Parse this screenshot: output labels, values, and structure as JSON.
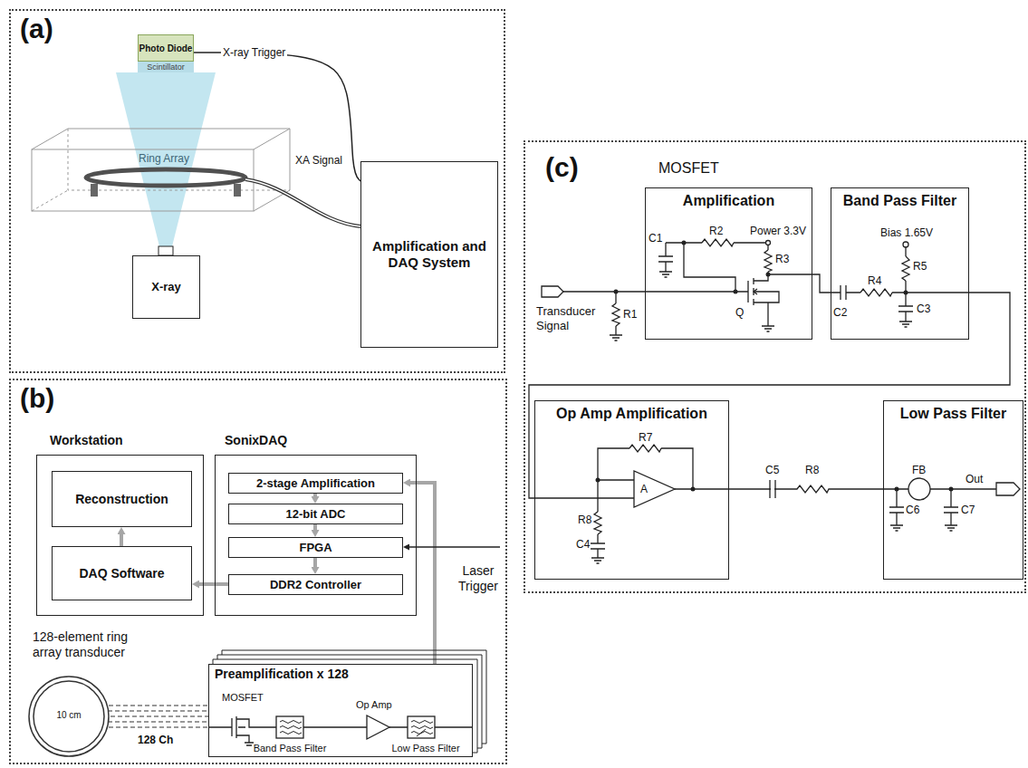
{
  "diagram": {
    "nodes": [
      {
        "text": [
          "(a)"
        ]
      },
      {
        "text": [
          "Photo Diode"
        ],
        "in": 0
      },
      {
        "text": [
          "Scintillator"
        ],
        "in": 0
      },
      {
        "text": [
          "X-ray"
        ],
        "in": 0
      },
      {
        "text": [
          "Amplification and DAQ System"
        ],
        "in": 0
      },
      {
        "text": [
          "(b)"
        ]
      },
      {
        "text": [
          "Workstation"
        ],
        "in": 5
      },
      {
        "text": [
          "Reconstruction"
        ],
        "in": 6
      },
      {
        "text": [
          "DAQ Software"
        ],
        "in": 6
      },
      {
        "text": [
          "SonixDAQ"
        ],
        "in": 5
      },
      {
        "text": [
          "2-stage Amplification"
        ],
        "in": 9
      },
      {
        "text": [
          "12-bit ADC"
        ],
        "in": 9
      },
      {
        "text": [
          "FPGA"
        ],
        "in": 9
      },
      {
        "text": [
          "DDR2 Controller"
        ],
        "in": 9
      },
      {
        "text": [
          "128-element ring array transducer",
          "10 cm"
        ],
        "in": 5
      },
      {
        "text": [
          "Preamplification x 128"
        ],
        "in": 5
      },
      {
        "text": [
          "(c)"
        ]
      },
      {
        "text": [
          "MOSFET",
          "Amplification"
        ],
        "in": 16
      },
      {
        "text": [
          "Band Pass Filter"
        ],
        "in": 16
      },
      {
        "text": [
          "Op Amp Amplification"
        ],
        "in": 16
      },
      {
        "text": [
          "Low Pass Filter"
        ],
        "in": 16
      }
    ],
    "edges": [
      {
        "from": 1,
        "to": 4,
        "arrow": "none",
        "label": "X-ray Trigger"
      },
      {
        "from": 8,
        "to": 7,
        "arrow": "to"
      },
      {
        "from": 13,
        "to": 8,
        "arrow": "to"
      },
      {
        "from": 10,
        "to": 11,
        "arrow": "to"
      },
      {
        "from": 11,
        "to": 12,
        "arrow": "to"
      },
      {
        "from": 12,
        "to": 13,
        "arrow": "to"
      },
      {
        "from": 15,
        "to": 10,
        "arrow": "to"
      },
      {
        "from": 14,
        "to": 15,
        "arrow": "none",
        "label": "128 Ch"
      },
      {
        "from": 17,
        "to": 18,
        "arrow": "none"
      },
      {
        "from": 18,
        "to": 19,
        "arrow": "none"
      },
      {
        "from": 19,
        "to": 20,
        "arrow": "none"
      }
    ],
    "labels": [
      "Ring Array",
      "XA Signal",
      "Laser Trigger",
      "MOSFET",
      "Band Pass Filter",
      "Op Amp",
      "Low Pass Filter",
      "Power 3.3V",
      "C1",
      "R2",
      "R3",
      "Q",
      "Transducer Signal",
      "R1",
      "Bias 1.65V",
      "R5",
      "C2",
      "R4",
      "C3",
      "R7",
      "A",
      "R8",
      "C4",
      "C5",
      "R8",
      "FB",
      "C6",
      "C7",
      "Out"
    ]
  }
}
